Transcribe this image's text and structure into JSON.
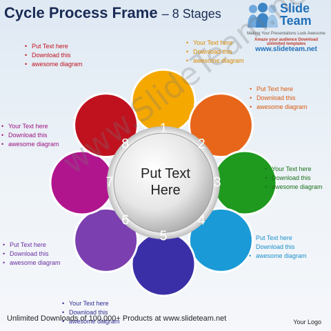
{
  "title": {
    "main": "Cycle Process Frame",
    "sub": "– 8 Stages"
  },
  "logo": {
    "line1": "Slide",
    "line2": "Team",
    "tagline1": "Making Your Presentations Look Awesome",
    "tagline2": "Amaze your audience Download unlimited templates",
    "url": "www.slideteam.net"
  },
  "center": {
    "line1": "Put Text",
    "line2": "Here"
  },
  "stages": [
    {
      "number": "1",
      "color": "#f5a800"
    },
    {
      "number": "2",
      "color": "#e8661a"
    },
    {
      "number": "3",
      "color": "#1f9a1f"
    },
    {
      "number": "4",
      "color": "#1a9ad6"
    },
    {
      "number": "5",
      "color": "#3b2fa8"
    },
    {
      "number": "6",
      "color": "#7b3fb0"
    },
    {
      "number": "7",
      "color": "#b0158e"
    },
    {
      "number": "8",
      "color": "#c0111f"
    }
  ],
  "notes": [
    {
      "line1": "Your Text here",
      "line2": "Download this",
      "line3": "awesome diagram",
      "color": "#d98a00"
    },
    {
      "line1": "Put Text here",
      "line2": "Download this",
      "line3": "awesome diagram",
      "color": "#d75a10"
    },
    {
      "line1": "Your Text here",
      "line2": "Download this",
      "line3": "awesome diagram",
      "color": "#1a6e1a"
    },
    {
      "line1": "Put Text here",
      "line2": "Download this",
      "line3": "awesome diagram",
      "color": "#1a8fc9"
    },
    {
      "line1": "Your Text here",
      "line2": "Download this",
      "line3": "awesome diagram",
      "color": "#2e2a90"
    },
    {
      "line1": "Put Text here",
      "line2": "Download this",
      "line3": "awesome diagram",
      "color": "#6a2fa0"
    },
    {
      "line1": "Your Text here",
      "line2": "Download this",
      "line3": "awesome diagram",
      "color": "#9a1280"
    },
    {
      "line1": "Put Text here",
      "line2": "Download this",
      "line3": "awesome diagram",
      "color": "#c0111f"
    }
  ],
  "watermark": "www.SlideTeam.net",
  "footer": "Unlimited Downloads of 100,000+ Products at www.slideteam.net",
  "your_logo": "Your Logo"
}
